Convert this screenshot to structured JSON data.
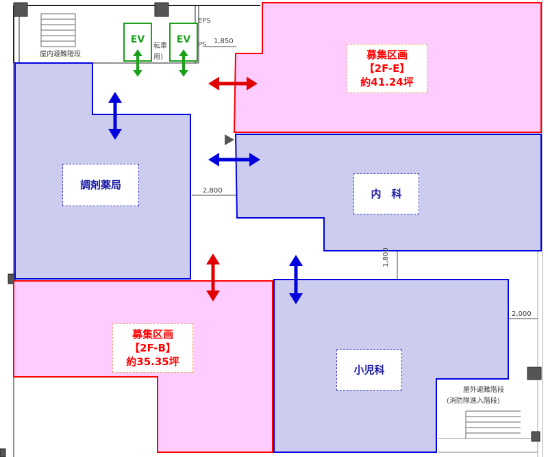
{
  "colors": {
    "recruit_fill": "#ffccff",
    "recruit_stroke": "#ff0000",
    "clinic_fill": "#ccccee",
    "clinic_stroke": "#0000dd",
    "ev_green": "#1aa01a"
  },
  "units": {
    "pharmacy": "調剤薬局",
    "internal": "内　科",
    "pediatrics": "小児科",
    "recruit_e": {
      "line1": "募集区画",
      "line2": "【2F-E】",
      "line3": "約41.24坪"
    },
    "recruit_b": {
      "line1": "募集区画",
      "line2": "【2F-B】",
      "line3": "約35.35坪"
    }
  },
  "elevators": [
    "EV",
    "EV"
  ],
  "labels": {
    "eps": "EPS",
    "ps": "PS",
    "bicycle1": "転車",
    "bicycle2": "用)",
    "indoor_stairs": "屋内避難階段",
    "outdoor_stairs": "屋外避難階段",
    "fire_access": "(消防隊進入階段)"
  },
  "dimensions": [
    "1,850",
    "2,800",
    "1,800",
    "2,000"
  ]
}
